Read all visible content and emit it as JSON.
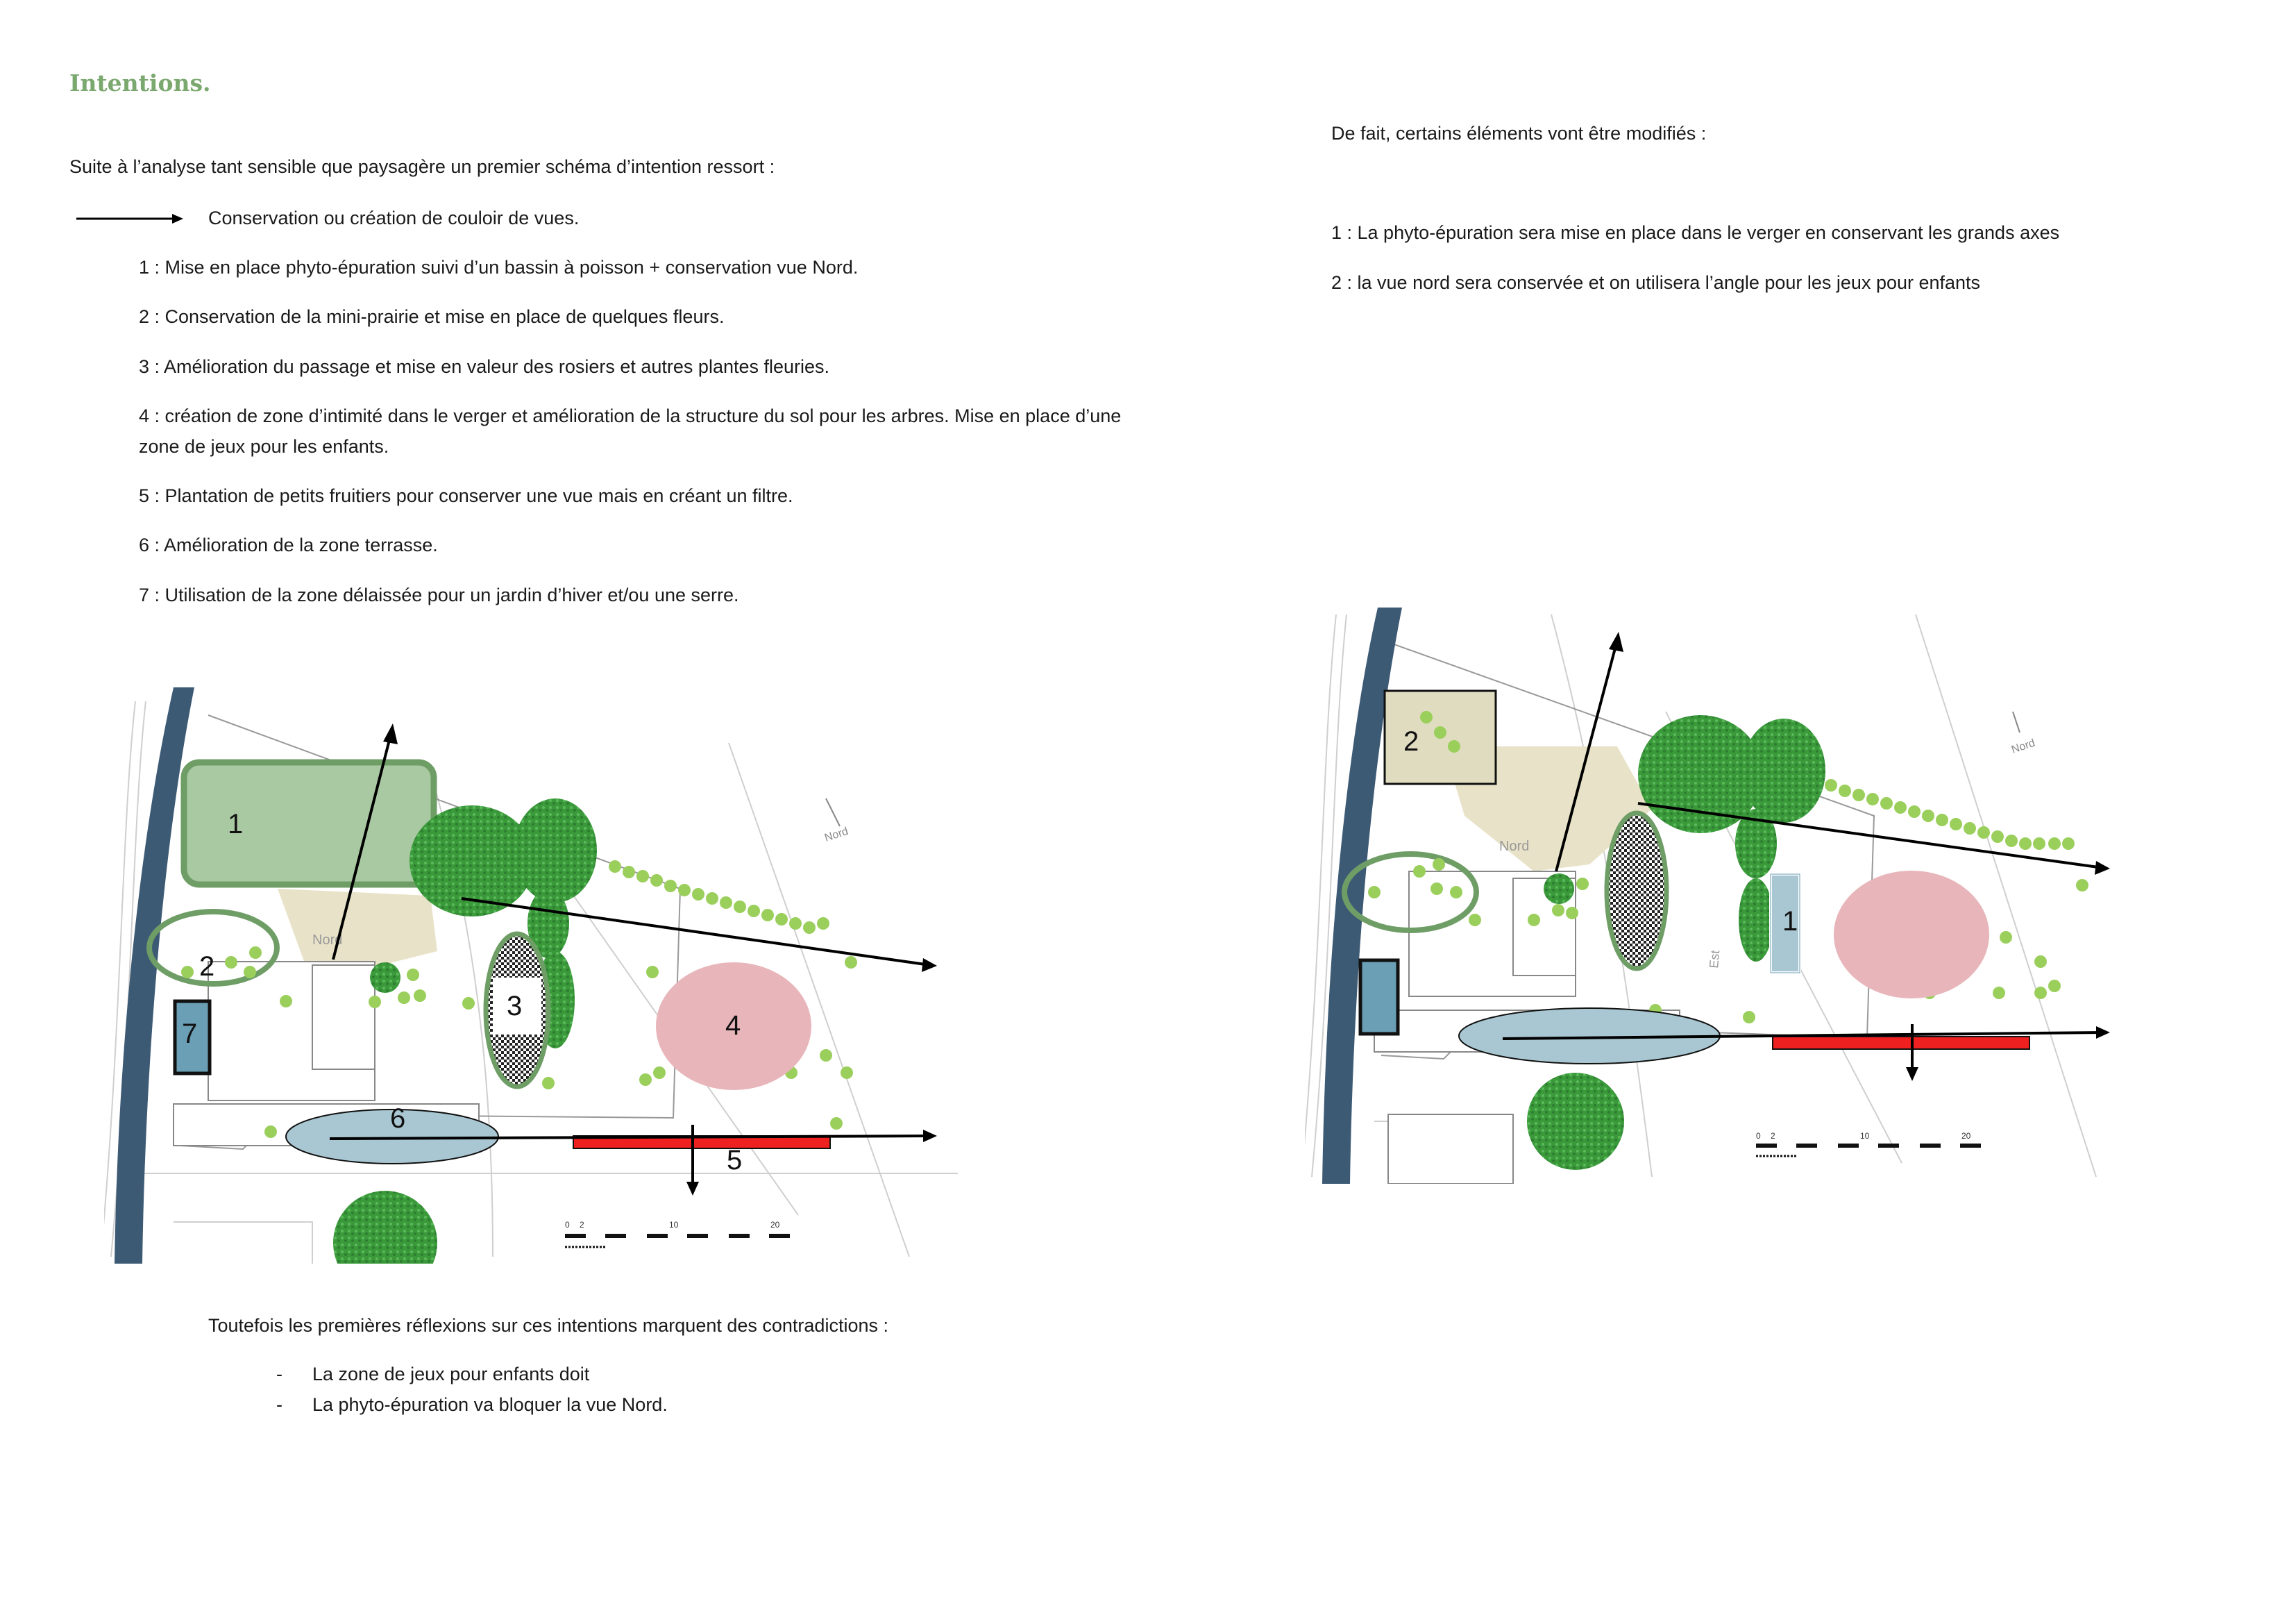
{
  "left": {
    "title": "Intentions.",
    "intro": "Suite  à l’analyse tant sensible que paysagère un premier schéma d’intention ressort :",
    "legend": "Conservation ou création de couloir de vues.",
    "items": [
      "1 : Mise en place phyto-épuration suivi d’un bassin à poisson + conservation vue Nord.",
      "2 : Conservation de la mini-prairie et mise en place de quelques fleurs.",
      "3 : Amélioration du passage et mise en valeur des rosiers et autres plantes fleuries.",
      "4 : création de zone d’intimité dans le verger et amélioration de la structure du sol pour les arbres. Mise en place d’une zone de jeux pour les enfants.",
      "5 : Plantation de petits fruitiers pour conserver une vue mais en créant un filtre.",
      "6 : Amélioration de la zone terrasse.",
      "7 : Utilisation de la zone délaissée pour un jardin d’hiver et/ou une serre."
    ],
    "plan_labels": [
      "1",
      "2",
      "3",
      "4",
      "5",
      "6",
      "7"
    ],
    "plan_text": {
      "nord": "Nord",
      "north_mark": "Nord",
      "scale": [
        "0",
        "2",
        "10",
        "20"
      ]
    },
    "contradictions_intro": "Toutefois les premières réflexions sur ces intentions marquent des contradictions :",
    "bullet_marker": "-",
    "contradictions": [
      "La zone de jeux pour enfants doit",
      "La phyto-épuration va bloquer la vue Nord."
    ]
  },
  "right": {
    "intro": "De fait, certains éléments vont être modifiés :",
    "items": [
      "1 : La phyto-épuration sera mise en place dans le verger en conservant les grands axes",
      "2 : la vue nord sera conservée et on utilisera l’angle pour les jeux pour enfants"
    ],
    "plan_labels": [
      "1",
      "2"
    ],
    "plan_text": {
      "nord": "Nord",
      "north_mark": "Nord",
      "est": "Est",
      "scale": [
        "0",
        "2",
        "10",
        "20"
      ]
    }
  },
  "colors": {
    "title_green": "#7aa86e",
    "zone1_fill": "#a9c9a2",
    "zone_border": "#6e9e66",
    "beige_zone": "#e0dcc0",
    "river_blue": "#3d5a75",
    "pink_zone": "#e8b6ba",
    "terrace_blue": "#a9c7d2",
    "fruit_red": "#ee2020",
    "serre_blue": "#6a9fb5",
    "tree_green": "#3a9a3a",
    "shrub_green": "#9bcf5c"
  }
}
